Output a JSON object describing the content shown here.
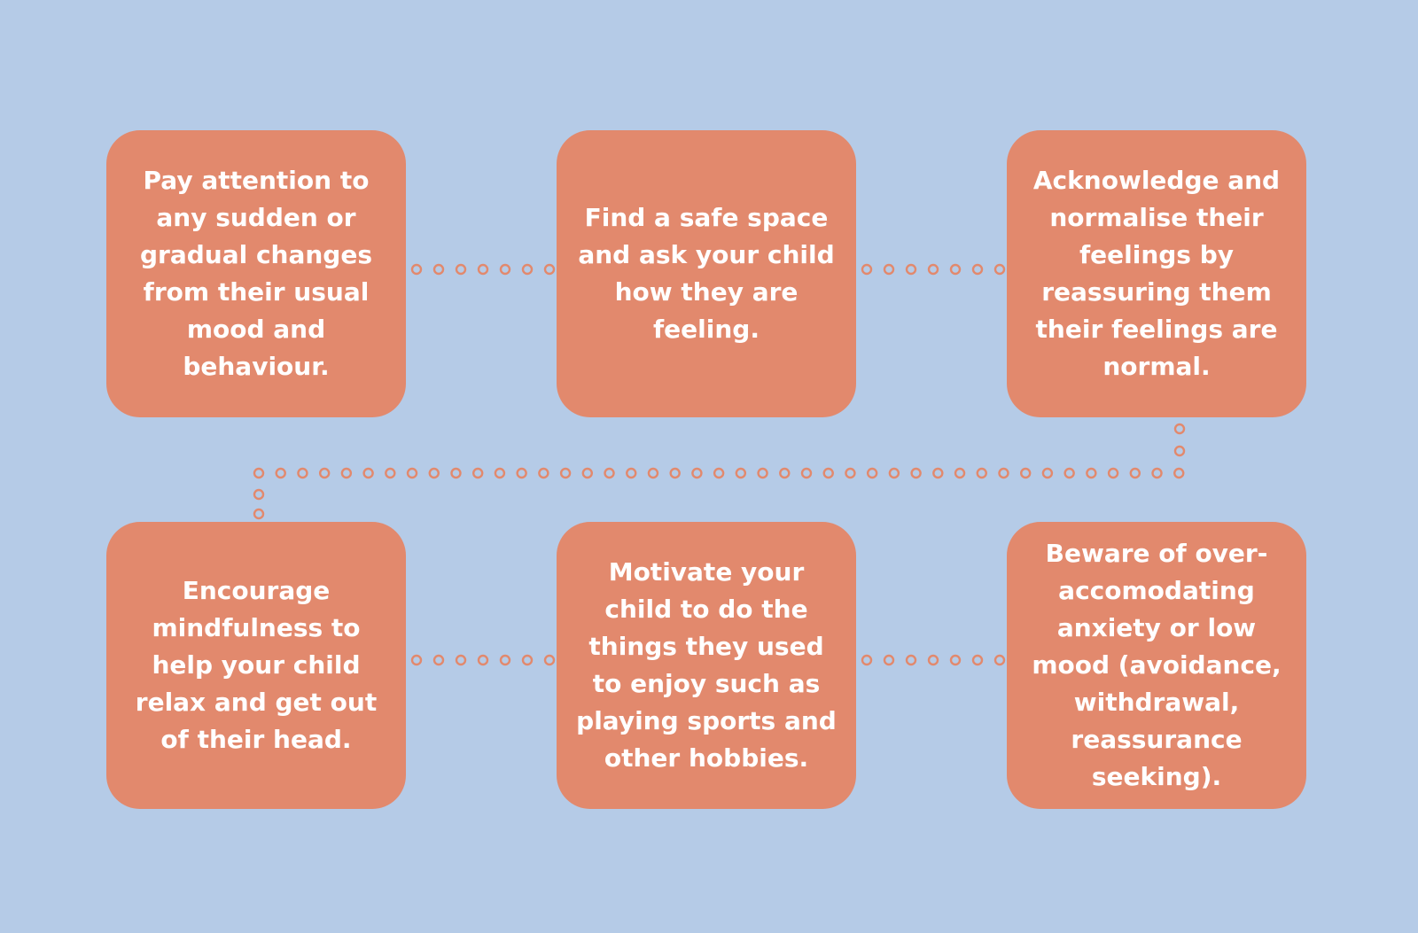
{
  "colors": {
    "background": "#b5cbe7",
    "card": "#e2896d",
    "text": "#ffffff",
    "connector": "#e2896d"
  },
  "steps": [
    {
      "text": "Pay attention to any sudden or gradual changes from their usual mood and behaviour."
    },
    {
      "text": "Find a safe space and ask your child how they are feeling."
    },
    {
      "text": "Acknowledge and normalise their feelings by reassuring them their feelings are normal."
    },
    {
      "text": "Encourage mindfulness to help your child relax and get out of their head."
    },
    {
      "text": "Motivate your child to do the things they used to enjoy such as playing sports and other hobbies."
    },
    {
      "text": "Beware of over-accomodating anxiety or low mood (avoidance, withdrawal, reassurance seeking)."
    }
  ]
}
